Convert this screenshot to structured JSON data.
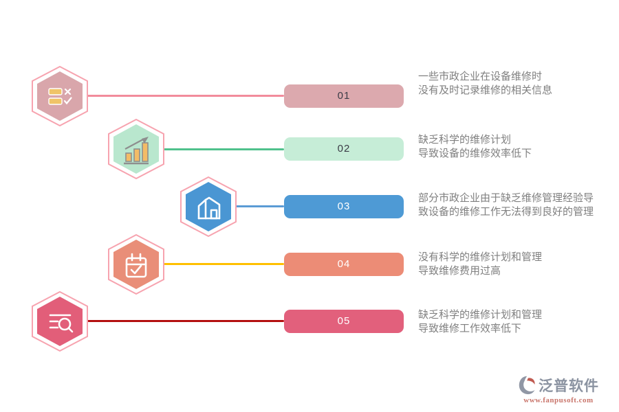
{
  "rows": [
    {
      "number": "01",
      "icon": "checklist-icon",
      "lines": [
        "一些市政企业在设备维修时",
        "没有及时记录维修的相关信息"
      ],
      "colors": {
        "hexagon": "#D9A6AB",
        "badge": "#DCA9AE",
        "connector": "#F28B9B",
        "badge_text": "#3B3B46"
      }
    },
    {
      "number": "02",
      "icon": "bar-chart-icon",
      "lines": [
        "缺乏科学的维修计划",
        "导致设备的维修效率低下"
      ],
      "colors": {
        "hexagon": "#B9E7CE",
        "badge": "#C6EDD7",
        "connector": "#50C18C",
        "badge_text": "#3B3B46"
      }
    },
    {
      "number": "03",
      "icon": "building-icon",
      "lines": [
        "部分市政企业由于缺乏维修管理经验导",
        "致设备的维修工作无法得到良好的管理"
      ],
      "colors": {
        "hexagon": "#4A96D3",
        "badge": "#4E9AD5",
        "connector": "#5B9BD5",
        "badge_text": "#FFFFFF"
      }
    },
    {
      "number": "04",
      "icon": "calendar-check-icon",
      "lines": [
        "没有科学的维修计划和管理",
        "导致维修费用过高"
      ],
      "colors": {
        "hexagon": "#E98E78",
        "badge": "#EC8C76",
        "connector": "#FFC000",
        "badge_text": "#FFFFFF"
      }
    },
    {
      "number": "05",
      "icon": "search-list-icon",
      "lines": [
        "缺乏科学的维修计划和管理",
        "导致维修工作效率低下"
      ],
      "colors": {
        "hexagon": "#E25E79",
        "badge": "#E2607C",
        "connector": "#B40F0F",
        "badge_text": "#FFFFFF"
      }
    }
  ],
  "style": {
    "hexagon_outline": "#F7A3AF",
    "description_text_color": "#7F7F7F",
    "background": "#FFFFFF"
  },
  "footer": {
    "brand": "泛普软件",
    "url": "www.fanpusoft.com",
    "brand_color": "#8B93A1",
    "url_color": "#C9756B"
  }
}
